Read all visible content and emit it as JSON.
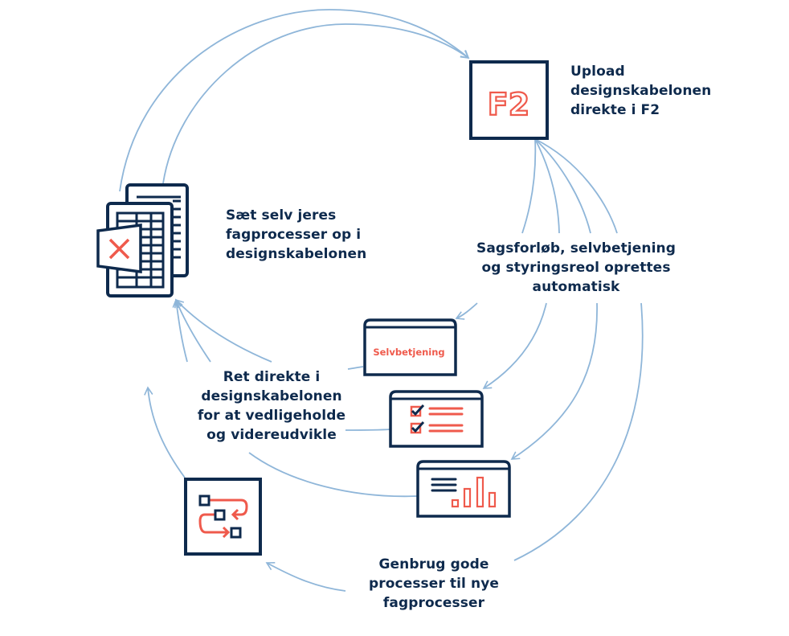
{
  "colors": {
    "navy": "#0e2a4d",
    "accent": "#ef5a4c",
    "arrow": "#8fb6d9",
    "background": "#ffffff"
  },
  "steps": [
    {
      "id": "upload",
      "icon": "f2-logo-icon",
      "icon_text": "F2",
      "lines": [
        "Upload",
        "designskabelonen",
        "direkte i F2"
      ]
    },
    {
      "id": "auto",
      "icon": "none",
      "lines": [
        "Sagsforløb, selvbetjening",
        "og styringsreol oprettes",
        "automatisk"
      ]
    },
    {
      "id": "reuse",
      "icon": "process-flow-icon",
      "lines": [
        "Genbrug gode",
        "processer til nye",
        "fagprocesser"
      ]
    },
    {
      "id": "edit",
      "icon": "none",
      "lines": [
        "Ret direkte i",
        "designskabelonen",
        "for at vedligeholde",
        "og videreudvikle"
      ]
    },
    {
      "id": "setup",
      "icon": "spreadsheet-excel-icon",
      "lines": [
        "Sæt selv jeres",
        "fagprocesser op i",
        "designskabelonen"
      ]
    }
  ],
  "outputs": [
    {
      "id": "selfservice",
      "icon": "selfservice-window-icon",
      "text": "Selvbetjening"
    },
    {
      "id": "case-flow",
      "icon": "checklist-window-icon"
    },
    {
      "id": "management-shelf",
      "icon": "dashboard-chart-window-icon"
    }
  ]
}
